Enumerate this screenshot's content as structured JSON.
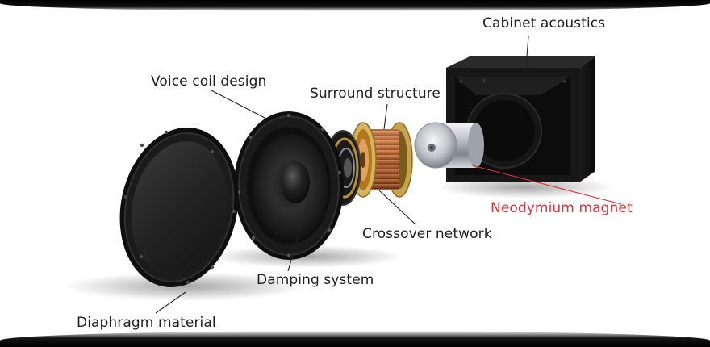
{
  "labels": {
    "cabinet": "Cabinet acoustics",
    "voice_coil": "Voice coil design",
    "surround": "Surround structure",
    "neodymium": "Neodymium magnet",
    "crossover": "Crossover network",
    "damping": "Damping system",
    "diaphragm": "Diaphragm material"
  },
  "colors": {
    "label_text": "#1e1e1e",
    "highlight_label": "#d8323a",
    "speaker_black": "#141414",
    "copper": "#b8693a",
    "chrome": "#c9ccd0"
  }
}
